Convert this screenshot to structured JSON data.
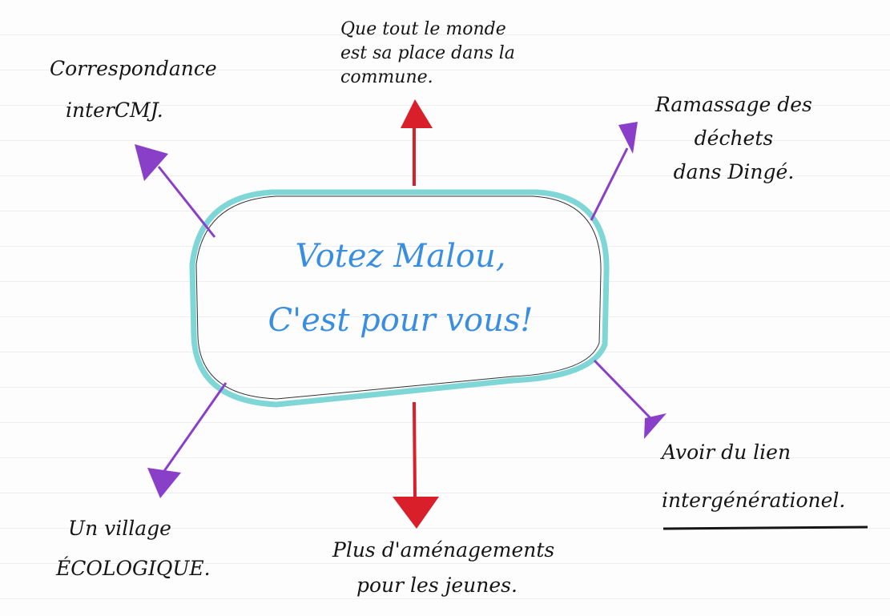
{
  "center": {
    "line1": "Votez Malou,",
    "line2": "C'est pour vous!"
  },
  "branches": {
    "top": {
      "lines": [
        "Que tout le monde",
        "est sa place dans la",
        "commune."
      ]
    },
    "top_left": {
      "lines": [
        "Correspondance",
        "interCMJ."
      ]
    },
    "top_right": {
      "lines": [
        "Ramassage des",
        "déchets",
        "dans Dingé."
      ]
    },
    "bottom_right": {
      "lines": [
        "Avoir du lien",
        "intergénérationel."
      ]
    },
    "bottom": {
      "lines": [
        "Plus d'aménagements",
        "pour les jeunes."
      ]
    },
    "bottom_left": {
      "lines": [
        "Un village",
        "ÉCOLOGIQUE."
      ]
    }
  },
  "colors": {
    "bubble": "#7fd6d6",
    "center_text": "#3a8ee0",
    "red_arrow": "#d81f2a",
    "purple_arrow": "#8a3fc9",
    "ink": "#151515"
  }
}
